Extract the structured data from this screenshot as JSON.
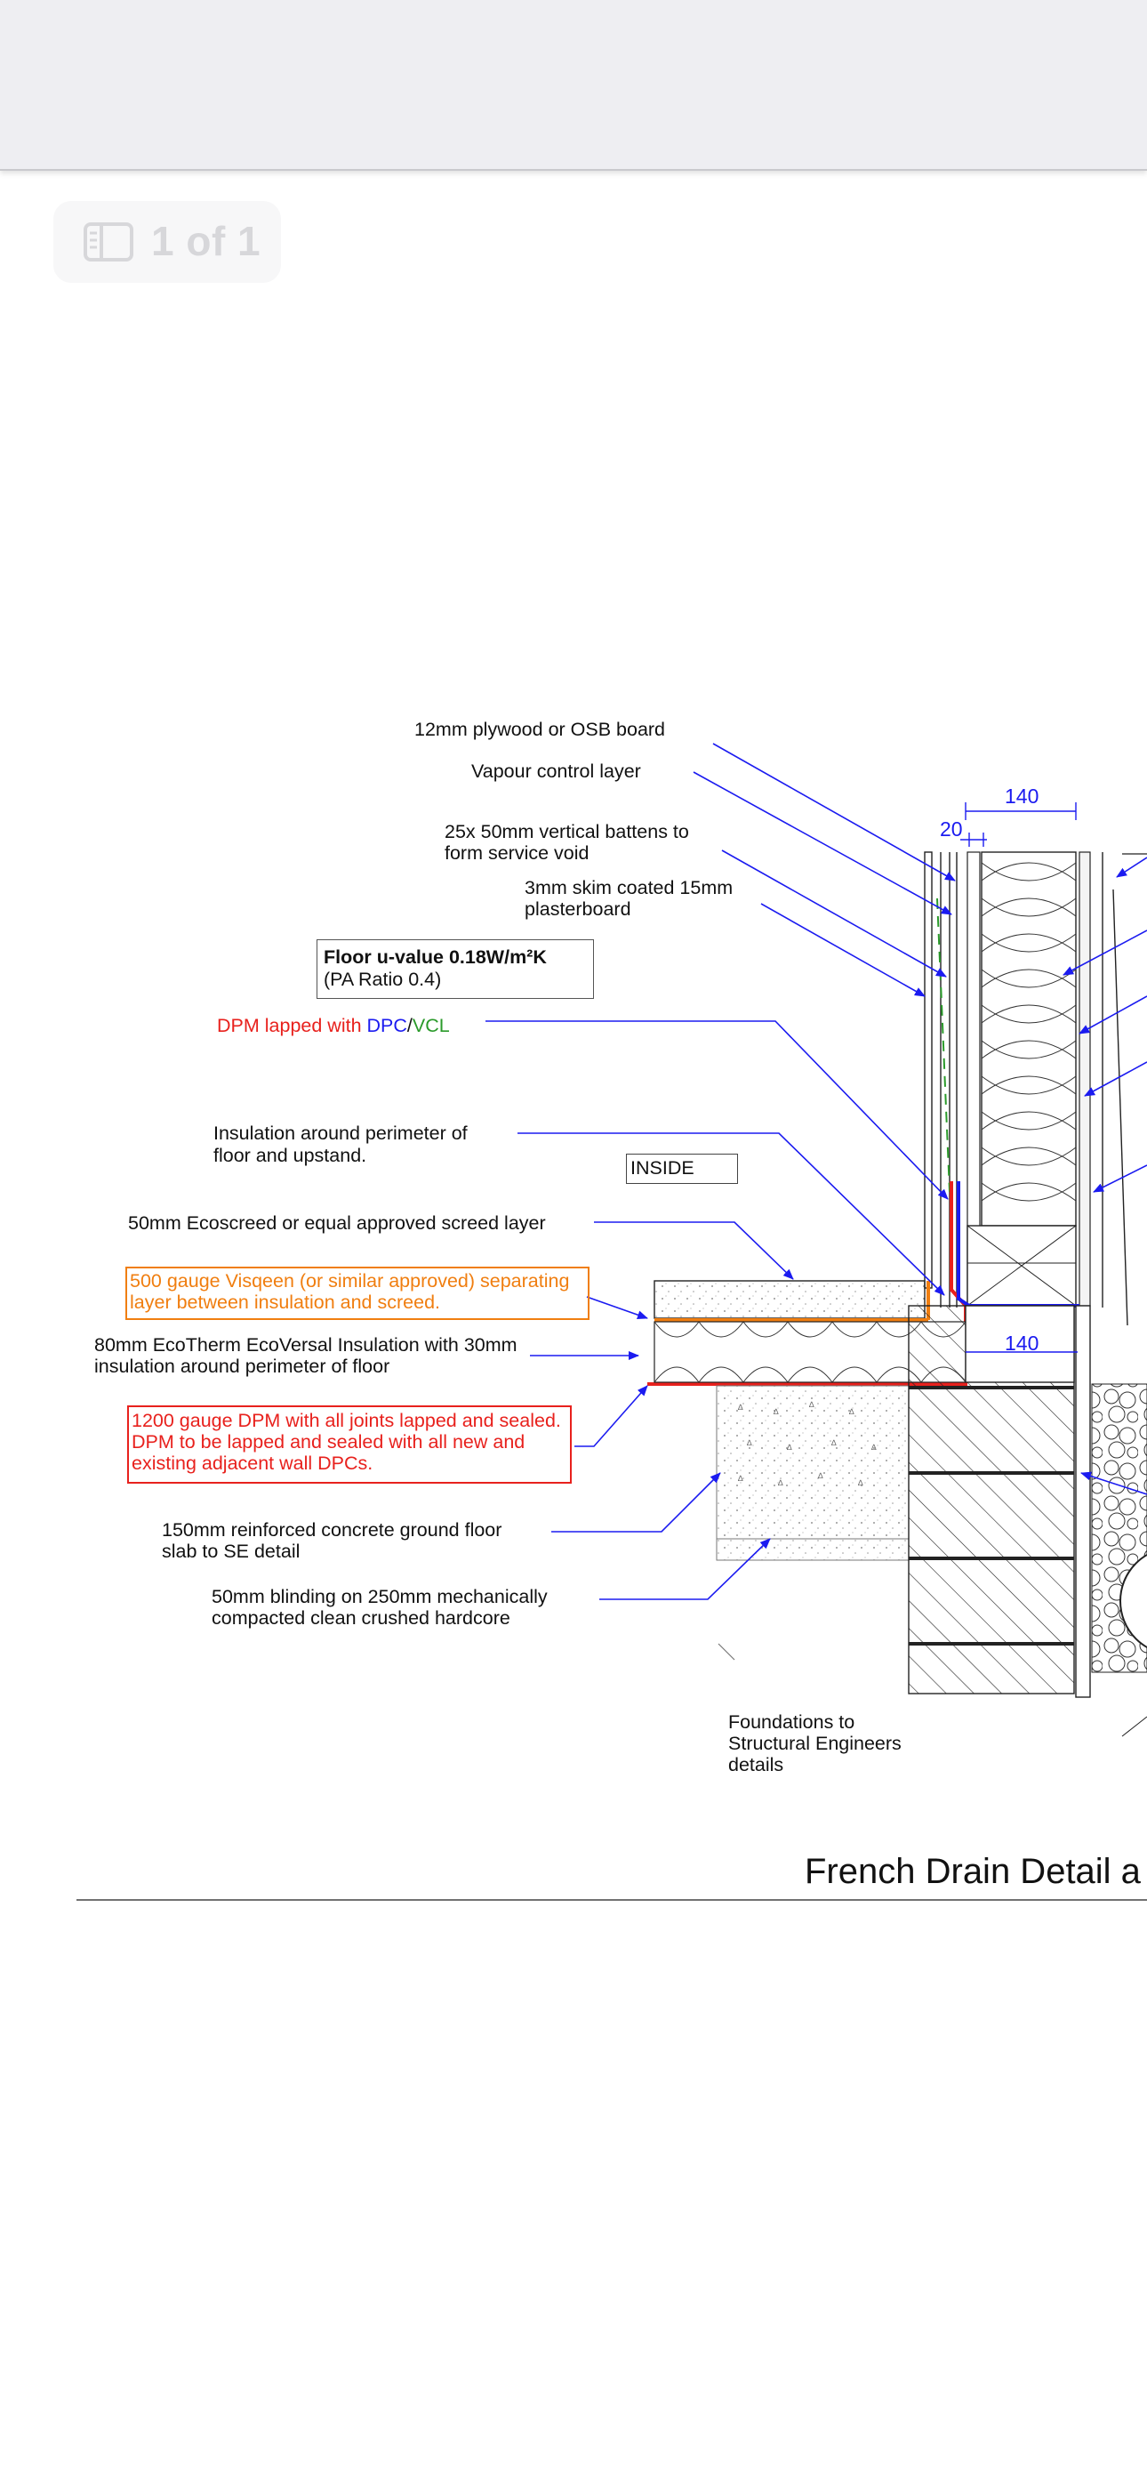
{
  "viewer": {
    "page_indicator": "1 of 1",
    "sidebar_icon": "sidebar-icon"
  },
  "drawing": {
    "labels": {
      "plywood": "12mm plywood or OSB board",
      "vcl": "Vapour control layer",
      "battens_1": "25x 50mm vertical battens to",
      "battens_2": "form service void",
      "plaster_1": "3mm skim coated 15mm",
      "plaster_2": "plasterboard",
      "uvalue_1": "Floor u-value 0.18W/m²K",
      "uvalue_2": "(PA Ratio 0.4)",
      "dpm_a": "DPM lapped with ",
      "dpm_b": "DPC",
      "dpm_c": "/",
      "dpm_d": "VCL",
      "perim_1": "Insulation around perimeter of",
      "perim_2": "floor and upstand.",
      "inside": "INSIDE",
      "screed": "50mm Ecoscreed or equal approved screed layer",
      "visqueen_1": "500 gauge Visqeen (or similar approved) separating",
      "visqueen_2": "layer between insulation and screed.",
      "ecotherm_1": "80mm EcoTherm EcoVersal Insulation with 30mm",
      "ecotherm_2": "insulation around perimeter of floor",
      "dpm1200_1": "1200 gauge DPM with all joints lapped and sealed.",
      "dpm1200_2": "DPM to be lapped and sealed with all new and",
      "dpm1200_3": "existing adjacent wall DPCs.",
      "slab_1": "150mm reinforced concrete ground floor",
      "slab_2": "slab to SE detail",
      "blinding_1": "50mm blinding on 250mm mechanically",
      "blinding_2": "compacted clean crushed hardcore",
      "found_1": "Foundations to",
      "found_2": "Structural Engineers",
      "found_3": "details"
    },
    "dimensions": {
      "d140_top": "140",
      "d20": "20",
      "d140_mid": "140"
    },
    "title": "French Drain Detail a",
    "colors": {
      "leader": "#1b1bf0",
      "dpm": "#e8211d",
      "visqueen": "#f07e10",
      "vcl": "#2a9a2a"
    }
  }
}
